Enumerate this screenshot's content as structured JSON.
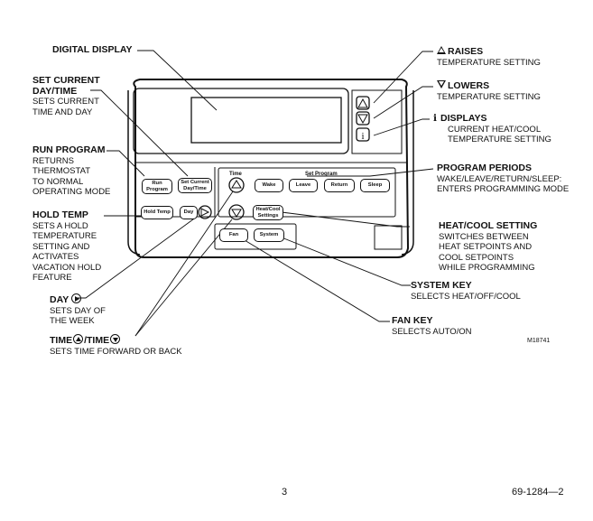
{
  "callouts": {
    "digital_display": {
      "title": "DIGITAL DISPLAY"
    },
    "set_current": {
      "title": "SET CURRENT",
      "title2": "DAY/TIME",
      "desc": [
        "SETS CURRENT",
        "TIME AND DAY"
      ]
    },
    "run_program": {
      "title": "RUN PROGRAM",
      "desc": [
        "RETURNS",
        "THERMOSTAT",
        "TO NORMAL",
        "OPERATING MODE"
      ]
    },
    "hold_temp": {
      "title": "HOLD TEMP",
      "desc": [
        "SETS A HOLD",
        "TEMPERATURE",
        "SETTING AND",
        "ACTIVATES",
        "VACATION HOLD",
        "FEATURE"
      ]
    },
    "day": {
      "title": "DAY",
      "desc": [
        "SETS DAY OF",
        "THE WEEK"
      ]
    },
    "time": {
      "title_a": "TIME",
      "title_b": "/TIME",
      "desc": [
        "SETS TIME FORWARD OR BACK"
      ]
    },
    "raises": {
      "title": "RAISES",
      "desc": [
        "TEMPERATURE SETTING"
      ]
    },
    "lowers": {
      "title": "LOWERS",
      "desc": [
        "TEMPERATURE SETTING"
      ]
    },
    "displays": {
      "title": "DISPLAYS",
      "desc": [
        "CURRENT HEAT/COOL",
        "TEMPERATURE SETTING"
      ]
    },
    "program_periods": {
      "title": "PROGRAM PERIODS",
      "desc": [
        "WAKE/LEAVE/RETURN/SLEEP:",
        "ENTERS PROGRAMMING MODE"
      ]
    },
    "heat_cool": {
      "title": "HEAT/COOL SETTING",
      "desc": [
        "SWITCHES BETWEEN",
        "HEAT SETPOINTS AND",
        "COOL SETPOINTS",
        "WHILE PROGRAMMING"
      ]
    },
    "system_key": {
      "title": "SYSTEM KEY",
      "desc": [
        "SELECTS HEAT/OFF/COOL"
      ]
    },
    "fan_key": {
      "title": "FAN KEY",
      "desc": [
        "SELECTS AUTO/ON"
      ]
    }
  },
  "device": {
    "time_caption": "Time",
    "set_program_caption": "Set Program",
    "buttons": {
      "run_program": "Run Program",
      "set_current": "Set Current Day/Time",
      "wake": "Wake",
      "leave": "Leave",
      "return": "Return",
      "sleep": "Sleep",
      "hold_temp": "Hold Temp",
      "day": "Day",
      "heat_cool": "Heat/Cool Settings",
      "fan": "Fan",
      "system": "System"
    },
    "info_icon": "i"
  },
  "figure_code": "M18741",
  "page_number": "3",
  "doc_number": "69-1284—2"
}
